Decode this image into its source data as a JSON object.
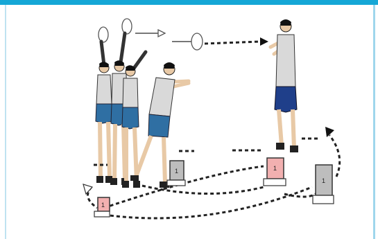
{
  "frame": {
    "accent": "#15a7d6",
    "background": "#ffffff"
  },
  "illustration": {
    "markers": [
      {
        "label": "1",
        "color": "#f2b0b0"
      },
      {
        "label": "1",
        "color": "#bdbdbd"
      },
      {
        "label": "1",
        "color": "#f2b0b0"
      },
      {
        "label": "1",
        "color": "#bdbdbd"
      }
    ],
    "figure_colors": {
      "shirt": "#d9d9d9",
      "shorts_left": "#2f6fa3",
      "shorts_right": "#1f3f8a",
      "hair": "#111111"
    }
  }
}
